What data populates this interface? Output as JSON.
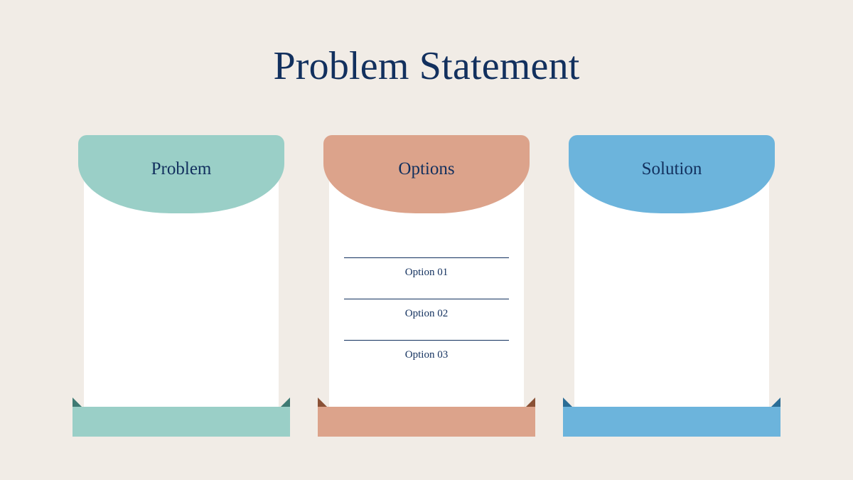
{
  "slide": {
    "title": "Problem Statement",
    "background_color": "#f1ece6",
    "title_color": "#12305e"
  },
  "cards": [
    {
      "header_label": "Problem",
      "accent_color": "#9acfc7",
      "notch_color": "#3e7a73",
      "body_color": "#ffffff",
      "options": []
    },
    {
      "header_label": "Options",
      "accent_color": "#dca38b",
      "notch_color": "#8a5136",
      "body_color": "#ffffff",
      "options": [
        {
          "label": "Option 01"
        },
        {
          "label": "Option 02"
        },
        {
          "label": "Option 03"
        }
      ]
    },
    {
      "header_label": "Solution",
      "accent_color": "#6cb4dc",
      "notch_color": "#2b6d95",
      "body_color": "#ffffff",
      "options": []
    }
  ]
}
